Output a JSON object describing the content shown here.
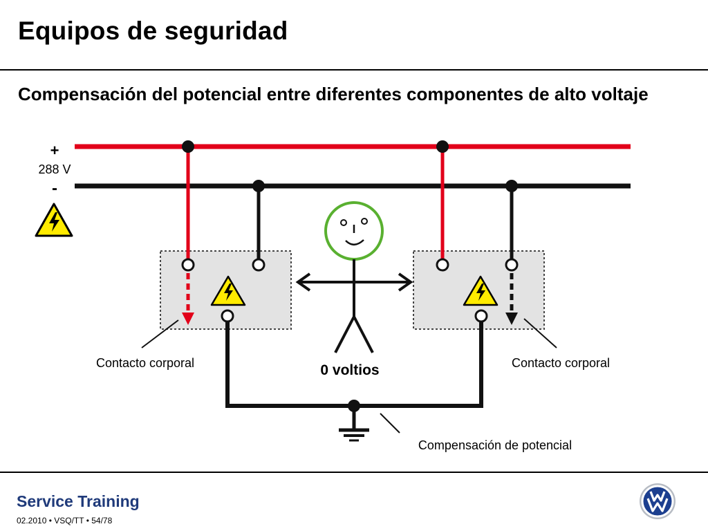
{
  "title": "Equipos de seguridad",
  "subtitle": "Compensación del potencial entre diferentes componentes de alto voltaje",
  "diagram": {
    "plus_sign": "+",
    "voltage": "288 V",
    "minus_sign": "-",
    "label_contact_left": "Contacto corporal",
    "label_contact_right": "Contacto corporal",
    "label_person": "0 voltios",
    "label_equipotential": "Compensación de potencial",
    "colors": {
      "positive_line": "#e2001a",
      "negative_line": "#111111",
      "component_fill": "#e3e3e3",
      "face_outline": "#59b030",
      "warning_yellow": "#ffeb00"
    }
  },
  "footer": {
    "brand": "Service Training",
    "reference": "02.2010 • VSQ/TT • 54/78",
    "logo_icon": "vw-logo-icon",
    "brand_color": "#1f3a7a"
  }
}
